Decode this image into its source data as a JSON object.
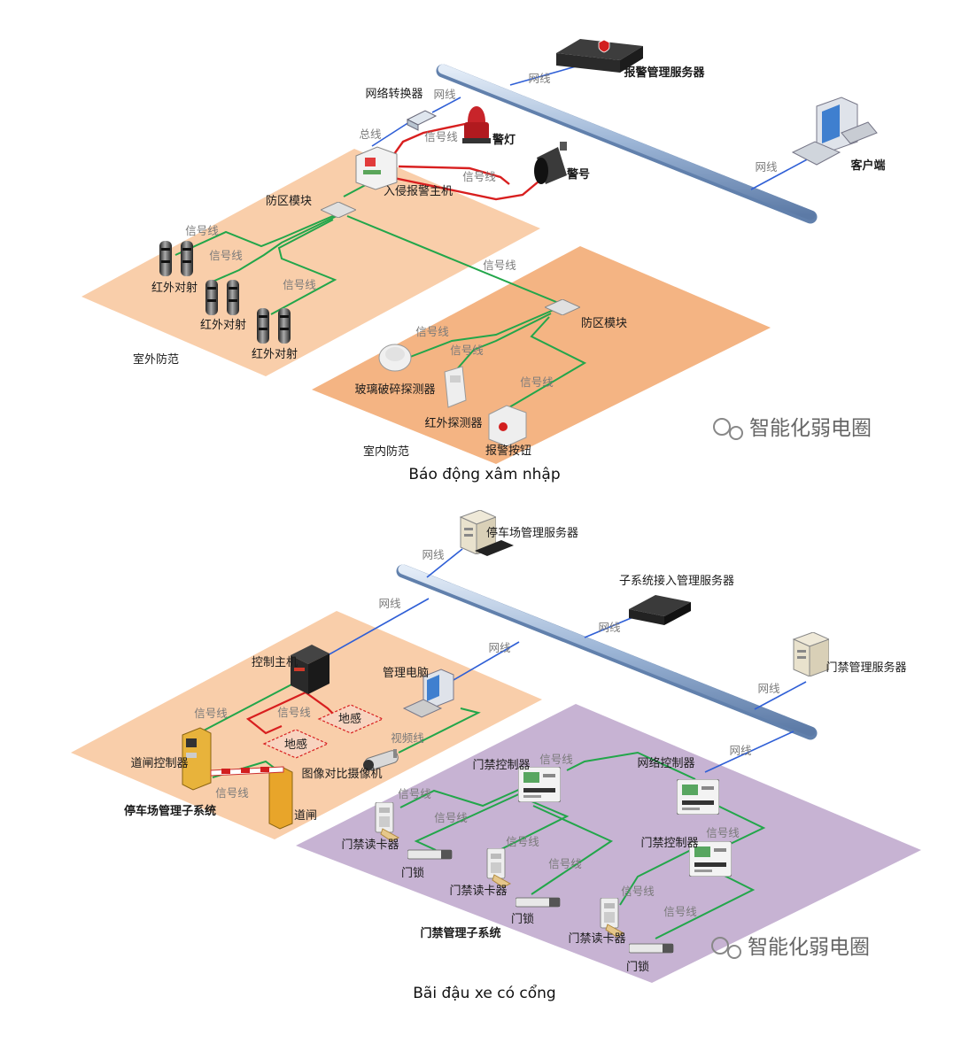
{
  "colors": {
    "zone_outdoor": "#f9ceaa",
    "zone_indoor": "#f4b483",
    "zone_parking": "#f9ceaa",
    "zone_access": "#c7b3d3",
    "signal_wire": "#22a64a",
    "bus_wire": "#d81f1f",
    "network_wire": "#2f5fd6",
    "backbone": "#8fa9cf"
  },
  "diagram1": {
    "caption": "Báo động xâm nhập",
    "alarm_server": "报警管理服务器",
    "client": "客户端",
    "converter": "网络转换器",
    "host": "入侵报警主机",
    "alarm_light": "警灯",
    "siren": "警号",
    "zone_module_outdoor": "防区模块",
    "zone_module_indoor": "防区模块",
    "beam1": "红外对射",
    "beam2": "红外对射",
    "beam3": "红外对射",
    "glass": "玻璃破碎探测器",
    "pir": "红外探测器",
    "panic": "报警按钮",
    "outdoor_zone": "室外防范",
    "indoor_zone": "室内防范",
    "bus": "总线",
    "network": "网线",
    "signal": "信号线",
    "watermark": "智能化弱电圈"
  },
  "diagram2": {
    "caption": "Bãi đậu xe có cổng",
    "parking_server": "停车场管理服务器",
    "subsystem_server": "子系统接入管理服务器",
    "access_server": "门禁管理服务器",
    "control_host": "控制主机",
    "mgmt_pc": "管理电脑",
    "ground_sensor": "地感",
    "camera": "图像对比摄像机",
    "gate_controller": "道闸控制器",
    "barrier": "道闸",
    "parking_subsystem": "停车场管理子系统",
    "door_controller": "门禁控制器",
    "net_controller": "网络控制器",
    "card_reader": "门禁读卡器",
    "door_lock": "门锁",
    "access_subsystem": "门禁管理子系统",
    "network": "网线",
    "signal": "信号线",
    "video": "视频线",
    "watermark": "智能化弱电圈"
  }
}
